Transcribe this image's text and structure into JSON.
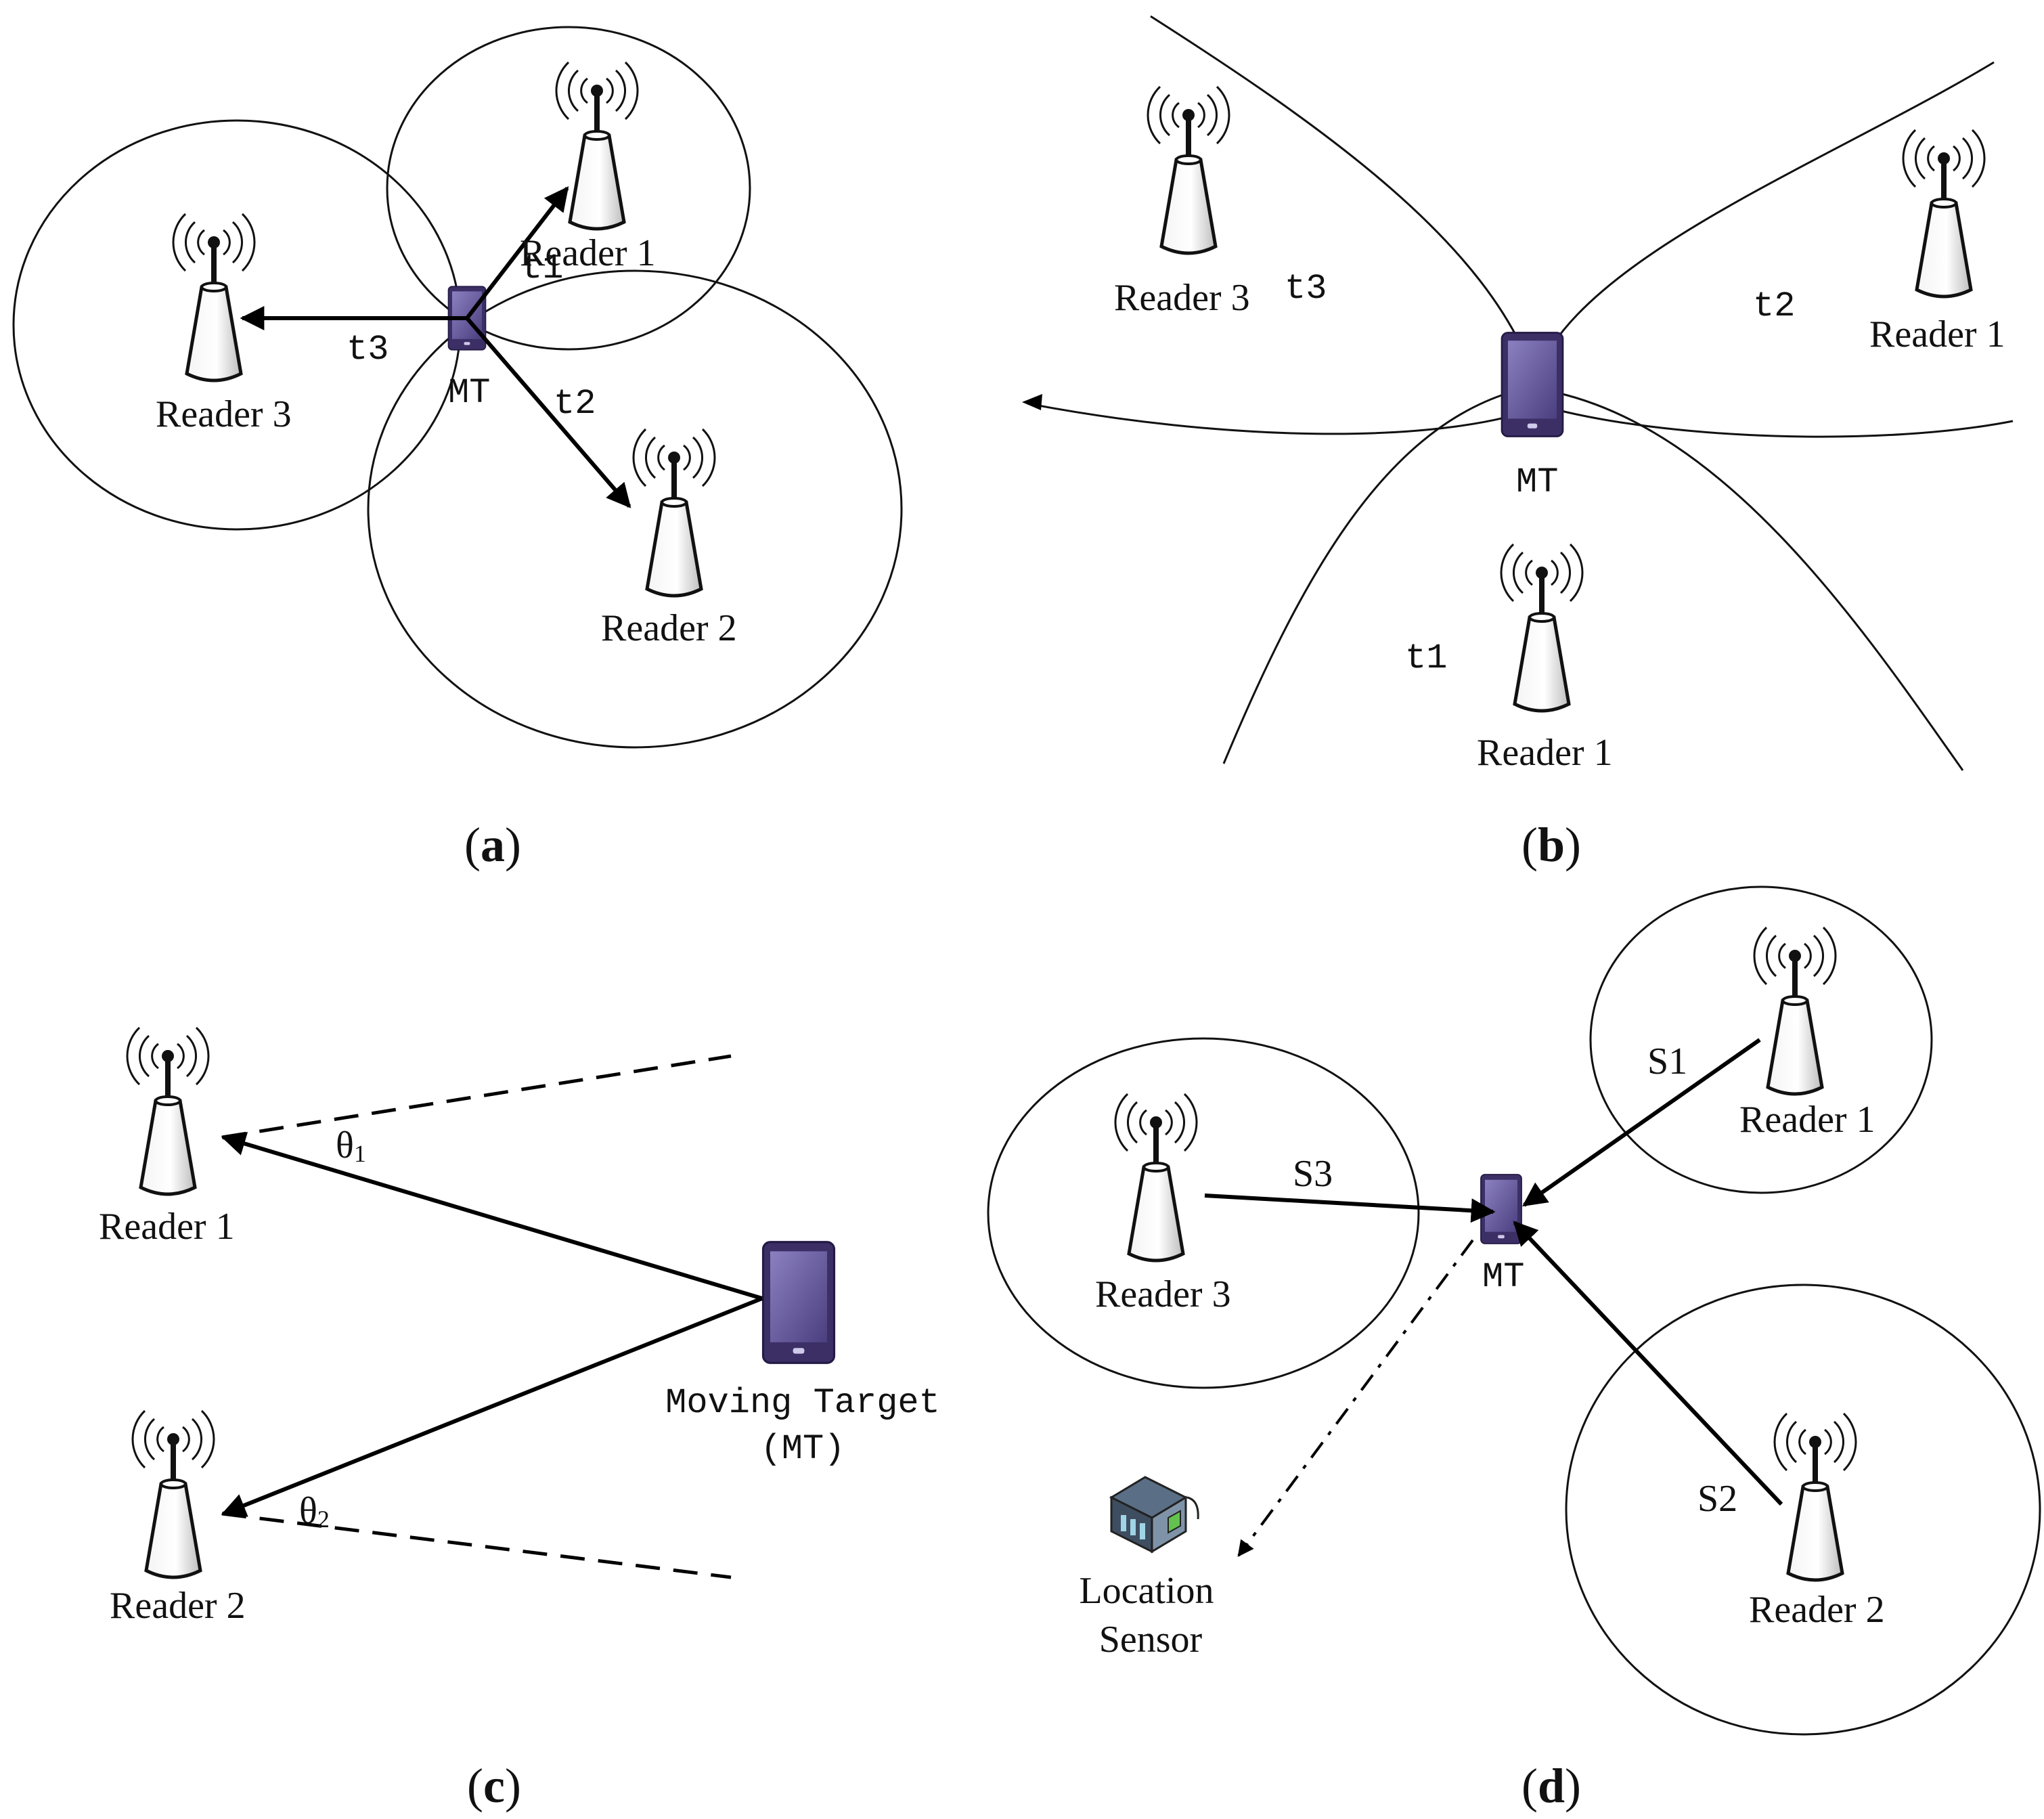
{
  "panels": {
    "a": {
      "label_open": "(",
      "label_letter": "a",
      "label_close": ")",
      "reader1": "Reader 1",
      "reader2": "Reader 2",
      "reader3": "Reader 3",
      "mt": "MT",
      "t1": "t1",
      "t2": "t2",
      "t3": "t3"
    },
    "b": {
      "label_open": "(",
      "label_letter": "b",
      "label_close": ")",
      "reader_top_right": "Reader 1",
      "reader_bottom": "Reader 1",
      "reader3": "Reader 3",
      "mt": "MT",
      "t1": "t1",
      "t2": "t2",
      "t3": "t3"
    },
    "c": {
      "label_open": "(",
      "label_letter": "c",
      "label_close": ")",
      "reader1": "Reader 1",
      "reader2": "Reader 2",
      "theta1": "θ",
      "theta1_sub": "1",
      "theta2": "θ",
      "theta2_sub": "2",
      "target_line1": "Moving Target",
      "target_line2": "(MT)"
    },
    "d": {
      "label_open": "(",
      "label_letter": "d",
      "label_close": ")",
      "reader1": "Reader 1",
      "reader2": "Reader 2",
      "reader3": "Reader 3",
      "mt": "MT",
      "s1": "S1",
      "s2": "S2",
      "s3": "S3",
      "sensor_line1": "Location",
      "sensor_line2": "Sensor"
    }
  },
  "colors": {
    "device_dark": "#3c2f66",
    "device_screen": "#6a5ea0",
    "ink": "#111111"
  }
}
